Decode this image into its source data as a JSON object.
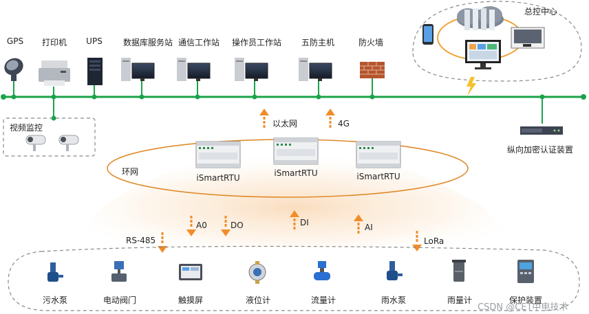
{
  "top_devices": [
    {
      "id": "gps",
      "label": "GPS",
      "icon": "satellite-dish-icon"
    },
    {
      "id": "printer",
      "label": "打印机",
      "icon": "printer-icon"
    },
    {
      "id": "ups",
      "label": "UPS",
      "icon": "ups-cabinet-icon"
    },
    {
      "id": "db-server",
      "label": "数据库服务站",
      "icon": "workstation-icon"
    },
    {
      "id": "comm-station",
      "label": "通信工作站",
      "icon": "workstation-icon"
    },
    {
      "id": "operator-station",
      "label": "操作员工作站",
      "icon": "workstation-icon"
    },
    {
      "id": "five-defense",
      "label": "五防主机",
      "icon": "workstation-icon"
    },
    {
      "id": "firewall",
      "label": "防火墙",
      "icon": "brick-wall-icon"
    }
  ],
  "control_center": {
    "label": "总控中心",
    "icons": [
      "mobile-phone-icon",
      "server-cloud-icon",
      "video-wall-icon",
      "monitor-dashboard-icon",
      "lightning-icon"
    ]
  },
  "video_monitoring": {
    "label": "视频监控",
    "icons": [
      "camera-icon",
      "camera-icon"
    ]
  },
  "encryption": {
    "label": "纵向加密认证装置",
    "icon": "rack-device-icon"
  },
  "uplinks": [
    {
      "label": "以太网",
      "direction": "up"
    },
    {
      "label": "4G",
      "direction": "up"
    }
  ],
  "ring": {
    "label": "环网"
  },
  "rtus": [
    {
      "label": "iSmartRTU"
    },
    {
      "label": "iSmartRTU"
    },
    {
      "label": "iSmartRTU"
    }
  ],
  "signals": [
    {
      "label": "A0",
      "direction": "down"
    },
    {
      "label": "DO",
      "direction": "down"
    },
    {
      "label": "DI",
      "direction": "up"
    },
    {
      "label": "AI",
      "direction": "up"
    },
    {
      "label": "LoRa",
      "direction": "down"
    }
  ],
  "rs485": {
    "label": "RS-485"
  },
  "field_devices": [
    {
      "label": "污水泵",
      "icon": "sewage-pump-icon"
    },
    {
      "label": "电动阀门",
      "icon": "electric-valve-icon"
    },
    {
      "label": "触摸屏",
      "icon": "touchscreen-icon"
    },
    {
      "label": "液位计",
      "icon": "level-gauge-icon"
    },
    {
      "label": "流量计",
      "icon": "flow-meter-icon"
    },
    {
      "label": "雨水泵",
      "icon": "rain-pump-icon"
    },
    {
      "label": "雨量计",
      "icon": "rain-gauge-icon"
    },
    {
      "label": "保护装置",
      "icon": "protection-device-icon"
    }
  ],
  "watermark": "CSDN @CET中电技术",
  "colors": {
    "bus": "#1aa34a",
    "arrow": "#f28c28",
    "ring": "#e08a2a",
    "dashed": "#8a8a8a"
  }
}
